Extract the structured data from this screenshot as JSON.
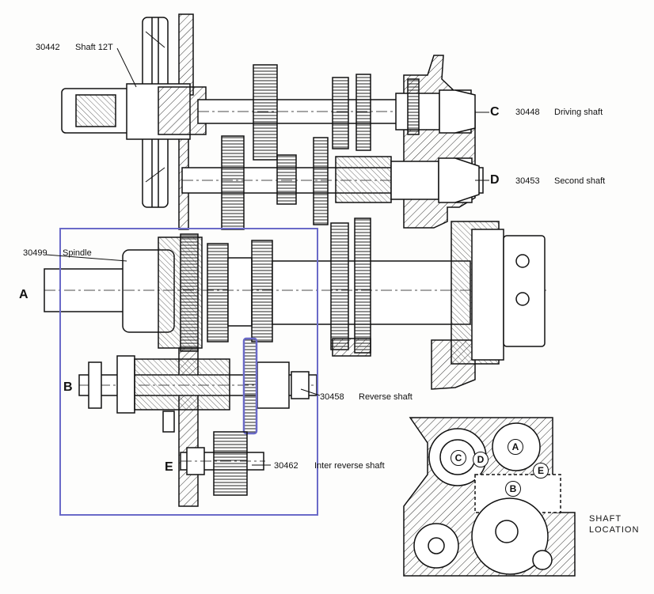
{
  "callouts": {
    "part_30442": "30442",
    "shaft_12t": "Shaft 12T",
    "letter_c": "C",
    "part_30448": "30448",
    "driving_shaft": "Driving shaft",
    "letter_d": "D",
    "part_30453": "30453",
    "second_shaft": "Second shaft",
    "part_30499": "30499",
    "spindle": "Spindle",
    "letter_a": "A",
    "letter_b": "B",
    "part_30458": "30458",
    "reverse_shaft": "Reverse shaft",
    "letter_e": "E",
    "part_30462": "30462",
    "inter_reverse_shaft": "Inter reverse shaft"
  },
  "inset": {
    "label_line1": "SHAFT",
    "label_line2": "LOCATION",
    "c": "C",
    "d": "D",
    "a": "A",
    "e": "E",
    "b": "B"
  },
  "colors": {
    "ink": "#111111",
    "highlight": "#6a6ac8",
    "hatch": "#333333"
  }
}
